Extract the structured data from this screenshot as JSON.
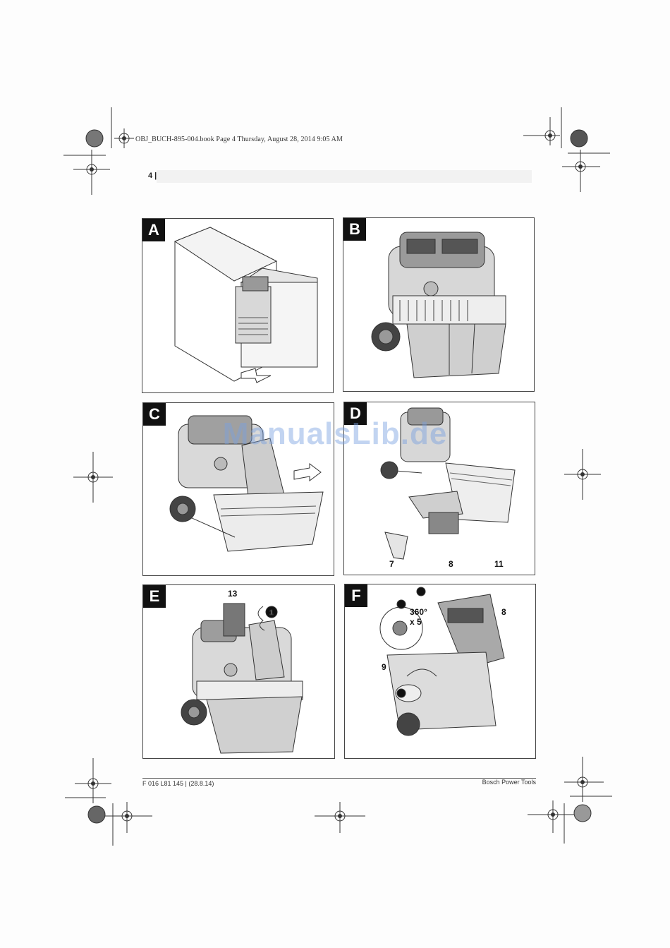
{
  "file_header": "OBJ_BUCH-895-004.book  Page 4  Thursday, August 28, 2014  9:05 AM",
  "page_number": "4 |",
  "panels": [
    {
      "label": "A"
    },
    {
      "label": "B"
    },
    {
      "label": "C"
    },
    {
      "label": "D",
      "callouts": [
        "7",
        "8",
        "11"
      ]
    },
    {
      "label": "E",
      "callouts": [
        "13"
      ]
    },
    {
      "label": "F",
      "callouts": [
        "8",
        "9",
        "360°",
        "x 5"
      ]
    }
  ],
  "footer": {
    "left": "F 016 L81 145 | (28.8.14)",
    "right": "Bosch Power Tools"
  },
  "watermark": "ManualsLib.de"
}
